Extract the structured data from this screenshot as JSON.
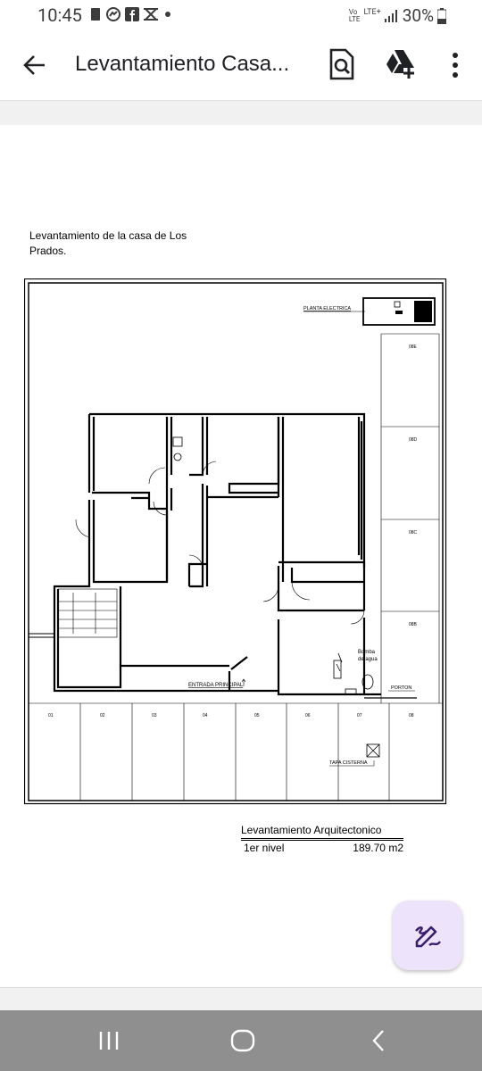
{
  "status": {
    "time": "10:45",
    "network_top": "LTE+",
    "network_vo": "Vo",
    "network_lte": "LTE",
    "battery": "30%"
  },
  "app_bar": {
    "title": "Levantamiento Casa..."
  },
  "document": {
    "heading": "Levantamiento de la casa de Los Prados.",
    "plan": {
      "planta_electrica": "PLANTA ELECTRICA",
      "entrada_principal": "ENTRADA PRINCIPAL",
      "porton": "PORTON",
      "bomba_line1": "Bomba",
      "bomba_line2": "de agua",
      "tapa_cisterna": "TAPA CISTERNA",
      "parking_side": [
        "08E",
        "08D",
        "08C",
        "08B"
      ],
      "parking_bottom": [
        "01",
        "02",
        "03",
        "04",
        "05",
        "06",
        "07",
        "08"
      ]
    },
    "caption": {
      "title": "Levantamiento Arquitectonico",
      "level": "1er nivel",
      "area": "189.70 m2"
    }
  },
  "colors": {
    "fab_bg": "#ede3fb",
    "fab_icon": "#3b1f6e",
    "nav_bg": "#8f8f8f"
  }
}
